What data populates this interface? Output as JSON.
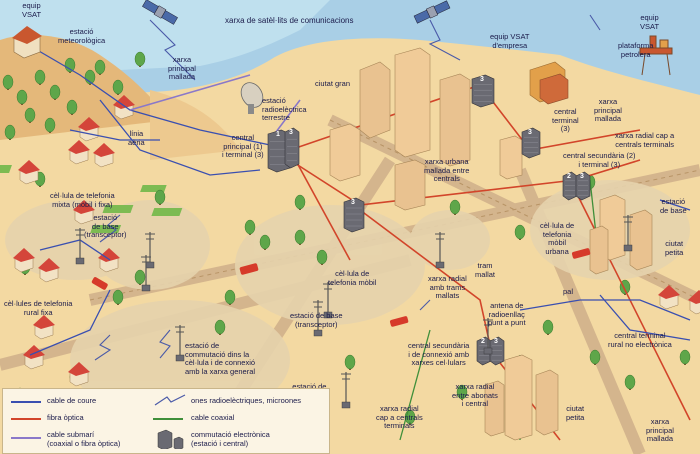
{
  "labels": {
    "vsat_left": "equip\nVSAT",
    "meteo": "estació\nmeteorològica",
    "satellite_network": "xarxa de satèl·lits de comunicacions",
    "vsat_company": "equip VSAT\nd'empresa",
    "vsat_right": "equip\nVSAT",
    "platform": "plataforma\npetrolera",
    "mesh_main_left": "xarxa\nprincipal\nmallada",
    "radio_station": "estació\nradioelèctrica\nterrestre",
    "big_city": "ciutat gran",
    "central_terminal_3": "central\nterminal\n(3)",
    "mesh_main_right": "xarxa\nprincipal\nmallada",
    "radial_to_terminal": "xarxa radial cap a\ncentrals terminals",
    "aerial_line": "línia\naèria",
    "central_principal": "central\nprincipal (1)\ni terminal (3)",
    "urban_mesh": "xarxa urbana\nmallada entre\ncentrals",
    "central_secondary": "central secundària (2)\ni terminal (3)",
    "mixed_cell": "cèl·lula de telefonia\nmixta (mòbil i fixa)",
    "base_station_transceptor": "estació\nde base\n(transceptor)",
    "base_station_right": "estació\nde base",
    "mobile_cell": "cèl·lula de\ntelefonia mòbil",
    "radial_mesh": "xarxa radial\namb trams\nmallats",
    "mesh_segment": "tram\nmallat",
    "urban_mobile_cell": "cèl·lula de\ntelefonia\nmòbil\nurbana",
    "small_city_top": "ciutat\npetita",
    "rural_fixed_cell": "cèl·lules de telefonia\nrural fixa",
    "base_station_center": "estació de base\n(transceptor)",
    "radiolink_antenna": "antena de\nradioenllaç\npunt a punt",
    "pole": "pal",
    "switching_station": "estació de\ncommutació dins la\ncèl·lula i de connexió\namb la xarxa general",
    "secondary_cellular": "central secundària\ni de connexió amb\nxarxes cel·lulars",
    "rural_terminal": "central terminal\nrural no electrònica",
    "connection_station": "estació de\nconnexió\n(radioenllaç\nmultipunt)",
    "radial_subscribers": "xarxa radial\nentre abonats\ni central",
    "small_city_bottom": "ciutat\npetita",
    "radial_terminal_bottom": "xarxa radial\ncap a centrals\nterminals",
    "mesh_main_bottom": "xarxa\nprincipal\nmallada"
  },
  "legend": {
    "copper": "cable de coure",
    "radio": "ones radioelèctriques, microones",
    "fiber": "fibra òptica",
    "coax": "cable coaxial",
    "submarine": "cable submarí\n(coaxial o fibra òptica)",
    "switching": "commutació electrònica\n(estació i central)"
  },
  "colors": {
    "copper": "#3a4fb0",
    "fiber": "#d2452a",
    "coax": "#3f8f3a",
    "submarine": "#8a78c9",
    "radio": "#4a5aa8",
    "sea": "#a9cfe6",
    "land": "#f3d9a2",
    "road": "#d4b58d",
    "building": "#e9c290",
    "tree": "#5ea64a"
  },
  "building_numbers": [
    "1",
    "3",
    "3",
    "3",
    "3",
    "2",
    "3",
    "2",
    "3"
  ]
}
